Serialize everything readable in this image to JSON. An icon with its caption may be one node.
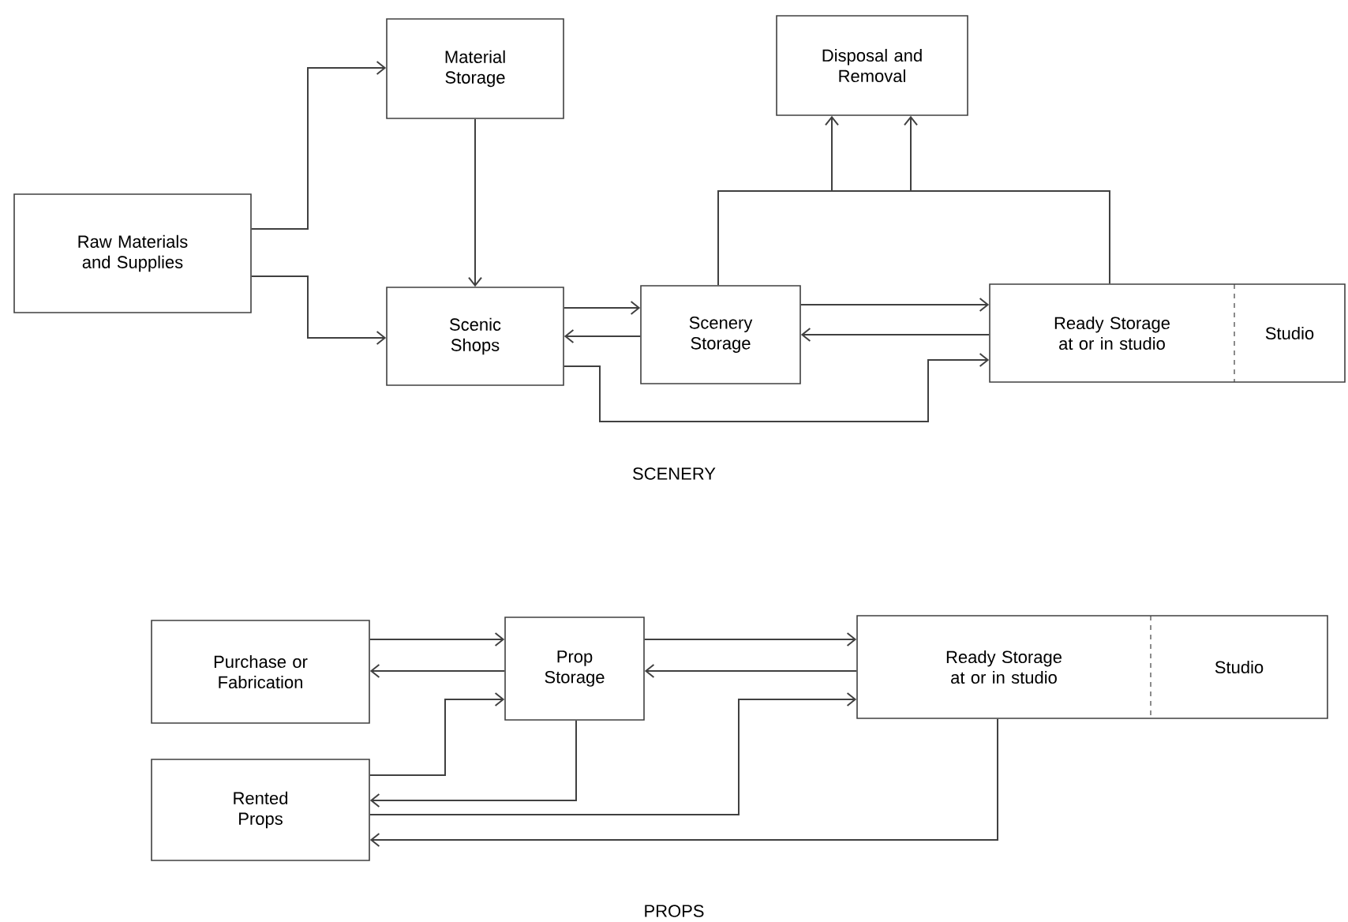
{
  "diagram": {
    "nodes": [
      {
        "text": [
          "Material Storage"
        ]
      },
      {
        "text": [
          "Disposal and Removal"
        ]
      },
      {
        "text": [
          "Raw Materials and Supplies"
        ]
      },
      {
        "text": [
          "Scenic Shops"
        ]
      },
      {
        "text": [
          "Scenery Storage"
        ]
      },
      {
        "text": [
          "Ready Storage at or in studio",
          "Studio"
        ]
      },
      {
        "text": [
          "Purchase or Fabrication"
        ]
      },
      {
        "text": [
          "Prop Storage"
        ]
      },
      {
        "text": [
          "Rented Props"
        ]
      },
      {
        "text": [
          "Ready Storage at or in studio",
          "Studio"
        ]
      }
    ],
    "edges": [
      {
        "from": 2,
        "to": 0,
        "arrow": "to"
      },
      {
        "from": 2,
        "to": 3,
        "arrow": "to"
      },
      {
        "from": 0,
        "to": 3,
        "arrow": "to"
      },
      {
        "from": 3,
        "to": 4,
        "arrow": "to"
      },
      {
        "from": 4,
        "to": 3,
        "arrow": "to"
      },
      {
        "from": 4,
        "to": 1,
        "arrow": "to"
      },
      {
        "from": 4,
        "to": 5,
        "arrow": "to"
      },
      {
        "from": 5,
        "to": 4,
        "arrow": "to"
      },
      {
        "from": 5,
        "to": 1,
        "arrow": "to"
      },
      {
        "from": 3,
        "to": 5,
        "arrow": "to"
      },
      {
        "from": 6,
        "to": 7,
        "arrow": "to"
      },
      {
        "from": 7,
        "to": 6,
        "arrow": "to"
      },
      {
        "from": 8,
        "to": 7,
        "arrow": "to"
      },
      {
        "from": 7,
        "to": 8,
        "arrow": "to"
      },
      {
        "from": 7,
        "to": 9,
        "arrow": "to"
      },
      {
        "from": 9,
        "to": 7,
        "arrow": "to"
      },
      {
        "from": 8,
        "to": 9,
        "arrow": "to"
      },
      {
        "from": 9,
        "to": 8,
        "arrow": "to"
      }
    ],
    "labels": [
      "SCENERY",
      "PROPS"
    ]
  }
}
